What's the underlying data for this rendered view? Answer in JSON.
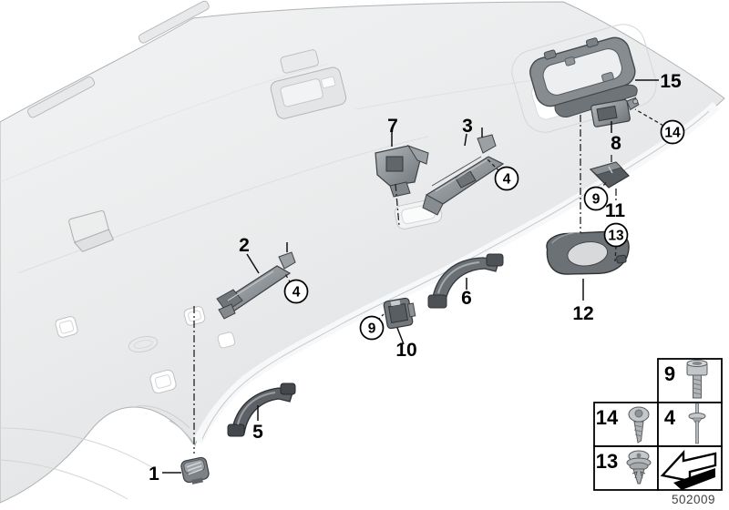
{
  "callouts": {
    "n1": "1",
    "n2": "2",
    "n3": "3",
    "n5": "5",
    "n6": "6",
    "n7": "7",
    "n8": "8",
    "n10": "10",
    "n11": "11",
    "n12": "12",
    "n15": "15",
    "c4_bracket_front": "4",
    "c4_bracket_rear": "4",
    "c9_clip": "9",
    "c9_cover": "9",
    "c13_rivet": "13",
    "c14_screw": "14"
  },
  "legend": {
    "cells": [
      {
        "label": "9",
        "icon": "socket-head-cap-screw-icon"
      },
      {
        "label": "14",
        "icon": "self-tapping-screw-icon"
      },
      {
        "label": "4",
        "icon": "blind-rivet-icon"
      },
      {
        "label": "13",
        "icon": "expanding-rivet-clip-icon"
      },
      {
        "label": "",
        "icon": "direction-of-travel-arrow-icon"
      }
    ]
  },
  "footer": {
    "drawing_number": "502009"
  }
}
